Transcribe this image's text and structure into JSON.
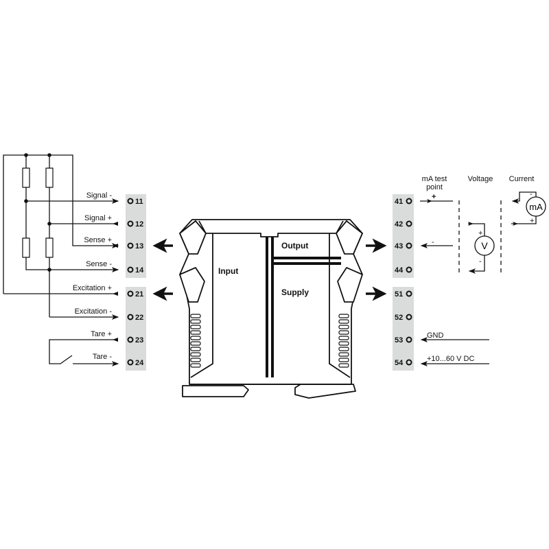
{
  "colors": {
    "terminal_block": "#d9dcdb",
    "line": "#111111"
  },
  "input_labels": [
    "Signal -",
    "Signal +",
    "Sense +",
    "Sense -",
    "Excitation +",
    "Excitation -",
    "Tare +",
    "Tare -"
  ],
  "input_terminals": [
    "11",
    "12",
    "13",
    "14",
    "21",
    "22",
    "23",
    "24"
  ],
  "output_terminals": [
    "41",
    "42",
    "43",
    "44",
    "51",
    "52",
    "53",
    "54"
  ],
  "module": {
    "input": "Input",
    "output": "Output",
    "supply": "Supply"
  },
  "output_section": {
    "test_point_line1": "mA test",
    "test_point_line2": "point",
    "voltage": "Voltage",
    "current": "Current",
    "plus": "+",
    "minus": "-",
    "voltmeter": "V",
    "ammeter": "mA"
  },
  "supply": {
    "gnd": "GND",
    "dc": "+10...60 V DC"
  }
}
